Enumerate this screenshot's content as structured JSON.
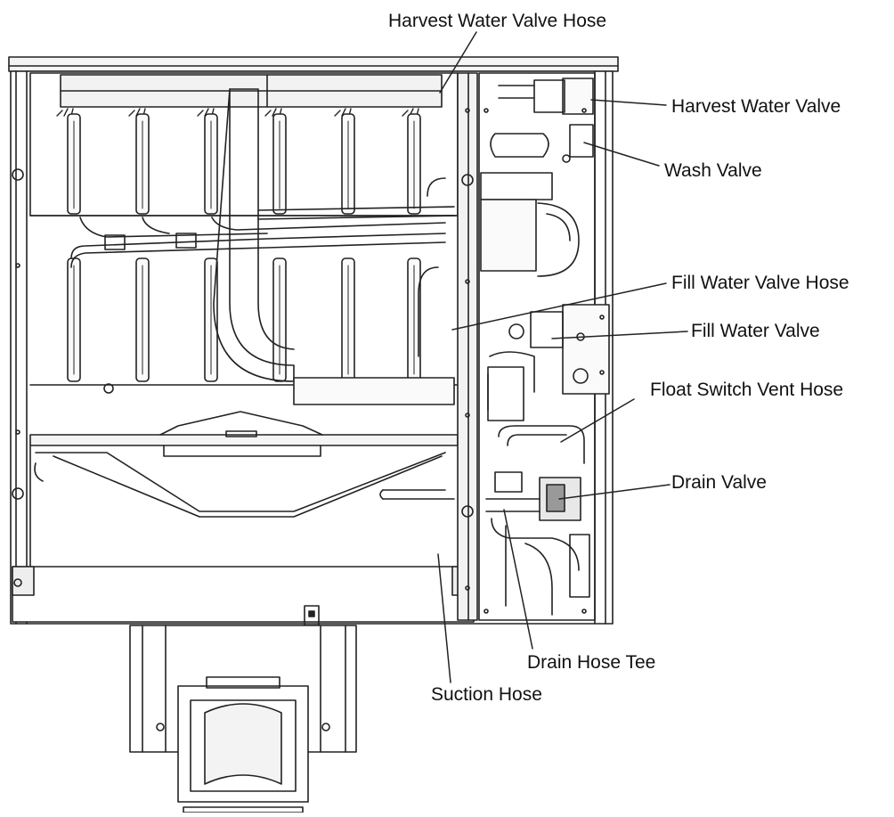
{
  "labels": {
    "harvest_water_valve_hose": "Harvest Water Valve Hose",
    "harvest_water_valve": "Harvest Water Valve",
    "wash_valve": "Wash Valve",
    "fill_water_valve_hose": "Fill Water Valve Hose",
    "fill_water_valve": "Fill Water Valve",
    "float_switch_vent_hose": "Float Switch Vent Hose",
    "drain_valve": "Drain Valve",
    "drain_hose_tee": "Drain Hose Tee",
    "suction_hose": "Suction Hose"
  }
}
